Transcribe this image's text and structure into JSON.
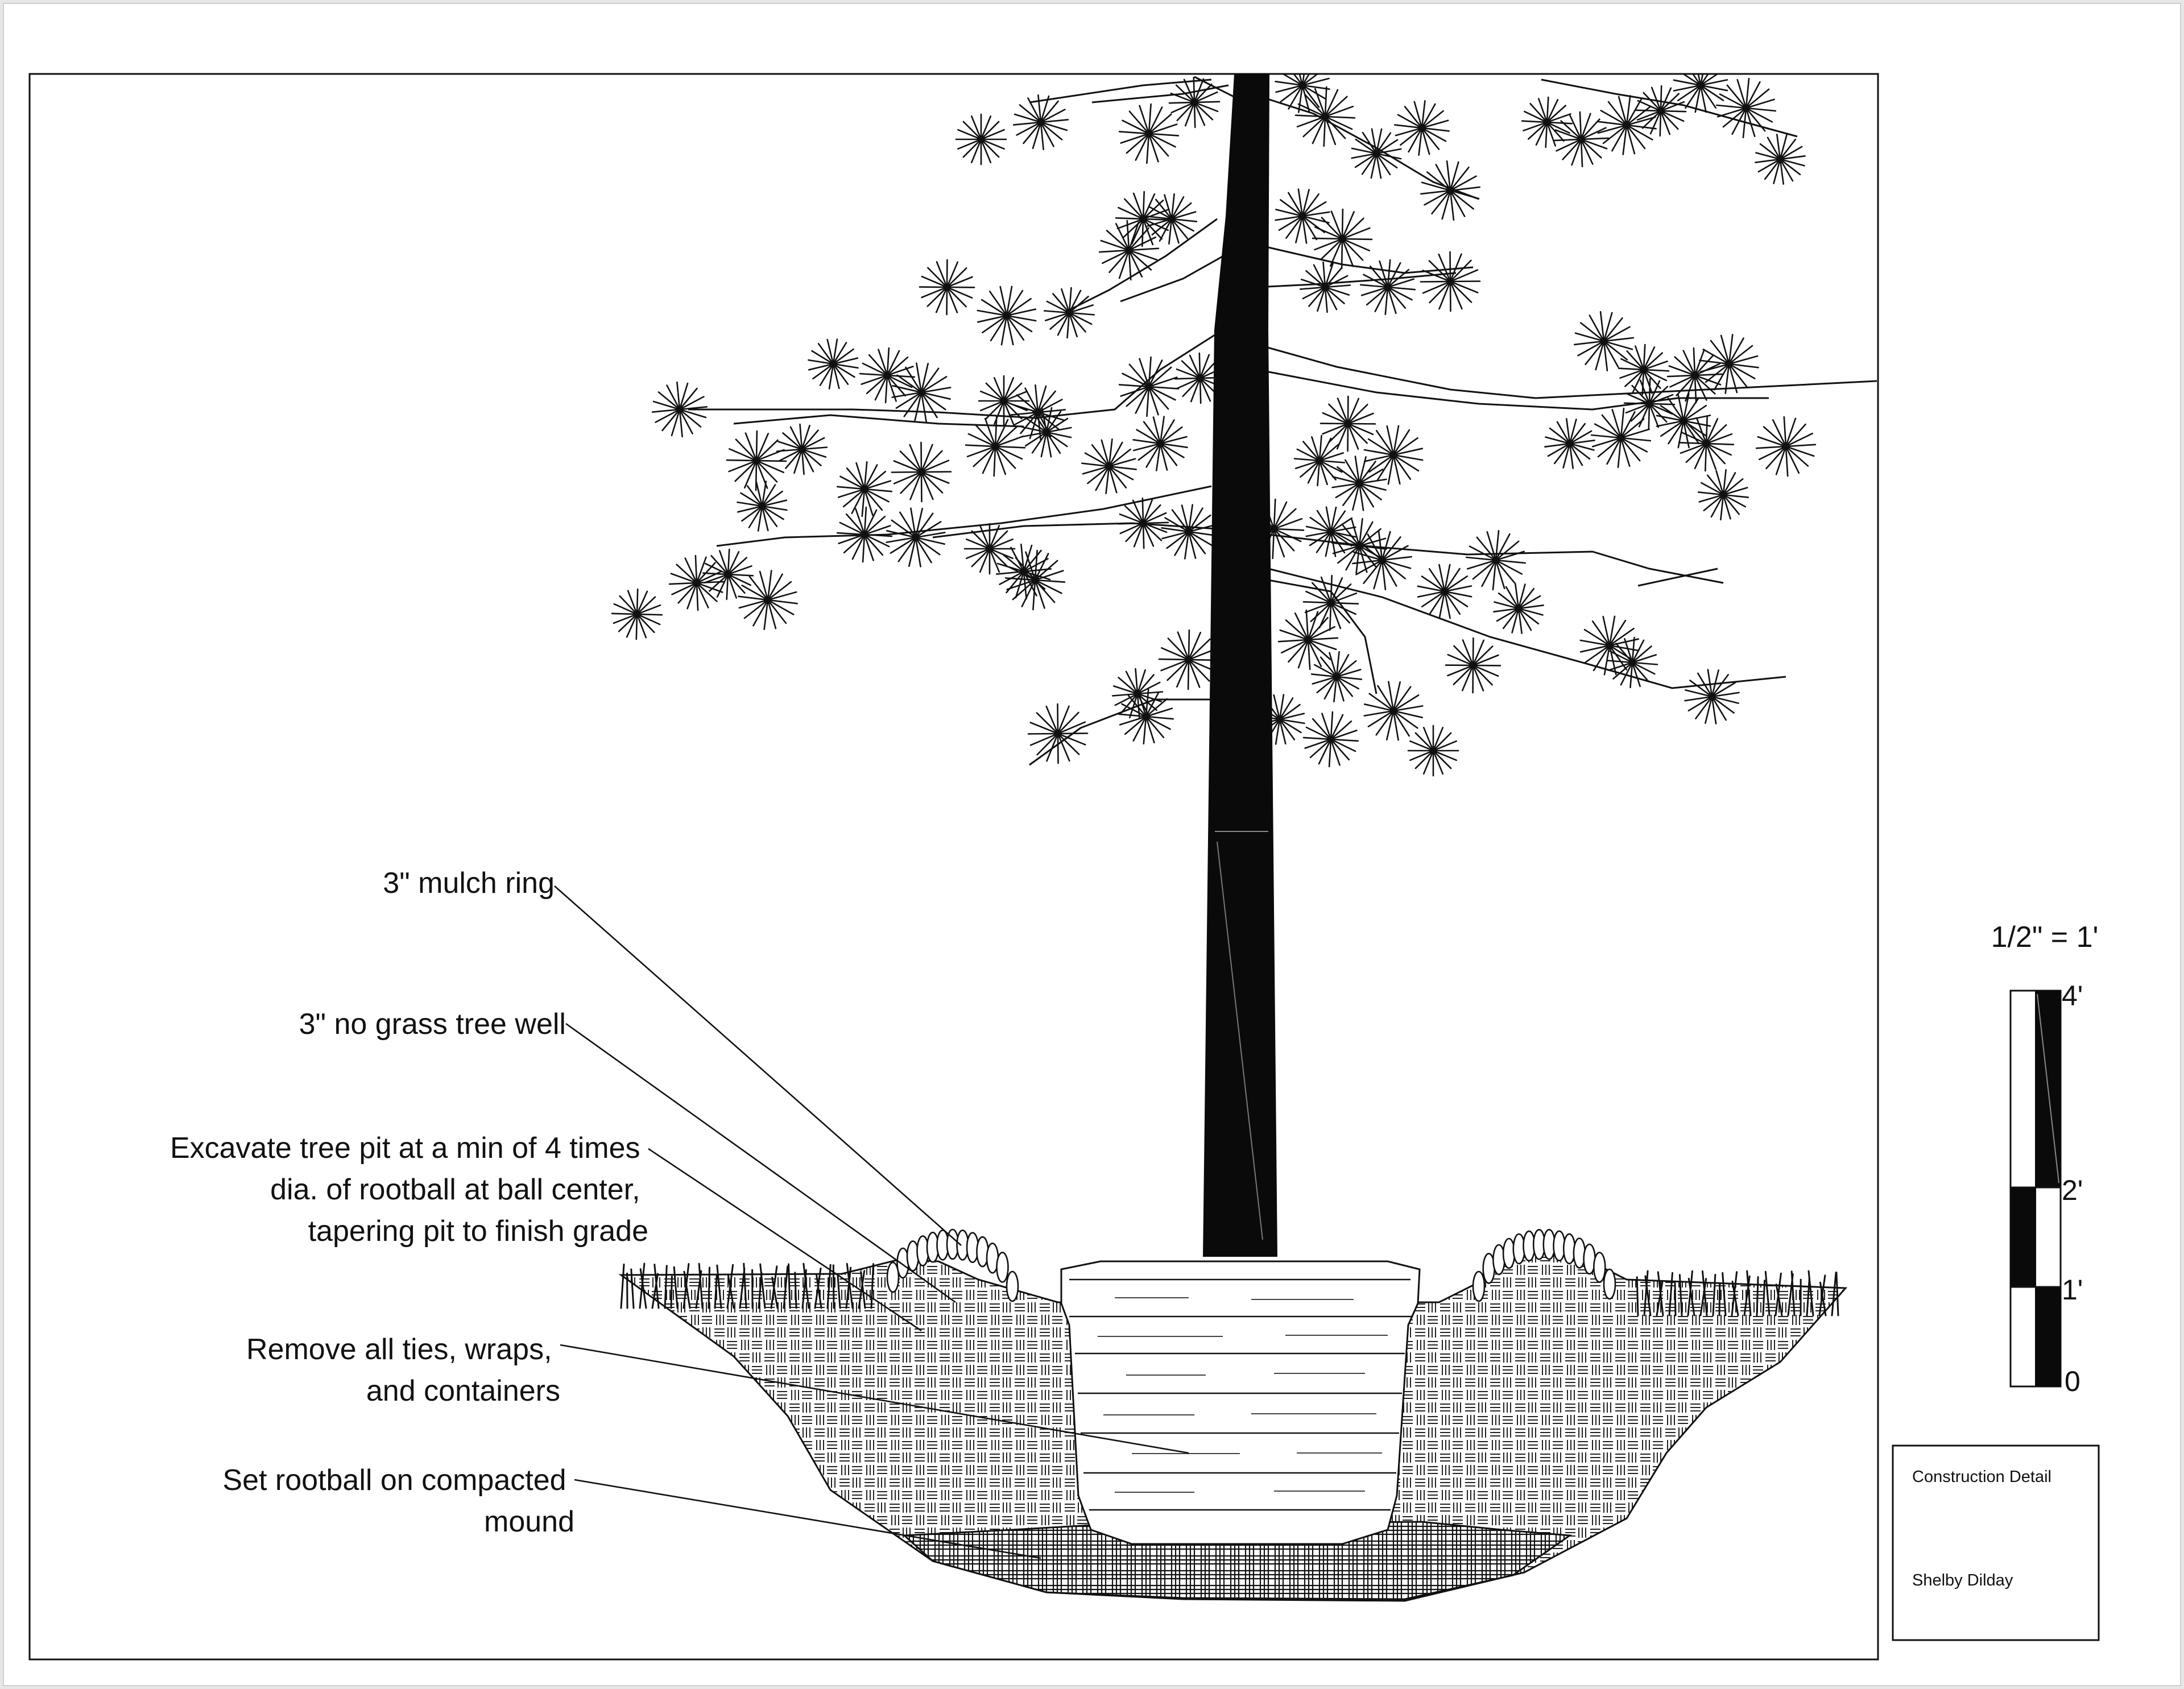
{
  "callouts": [
    {
      "lines": [
        "3\" mulch ring"
      ]
    },
    {
      "lines": [
        "3\" no grass tree well"
      ]
    },
    {
      "lines": [
        "Excavate tree pit at a min of 4 times",
        "dia. of rootball at ball center,",
        "tapering pit to finish grade"
      ]
    },
    {
      "lines": [
        "Remove all ties, wraps,",
        "and containers"
      ]
    },
    {
      "lines": [
        "Set rootball on compacted",
        "mound"
      ]
    }
  ],
  "scale": {
    "title": "1/2\" = 1'",
    "ticks": [
      "4'",
      "2'",
      "1'",
      "0"
    ]
  },
  "title_block": {
    "line1": "Construction Detail",
    "line2": "Shelby Dilday"
  }
}
